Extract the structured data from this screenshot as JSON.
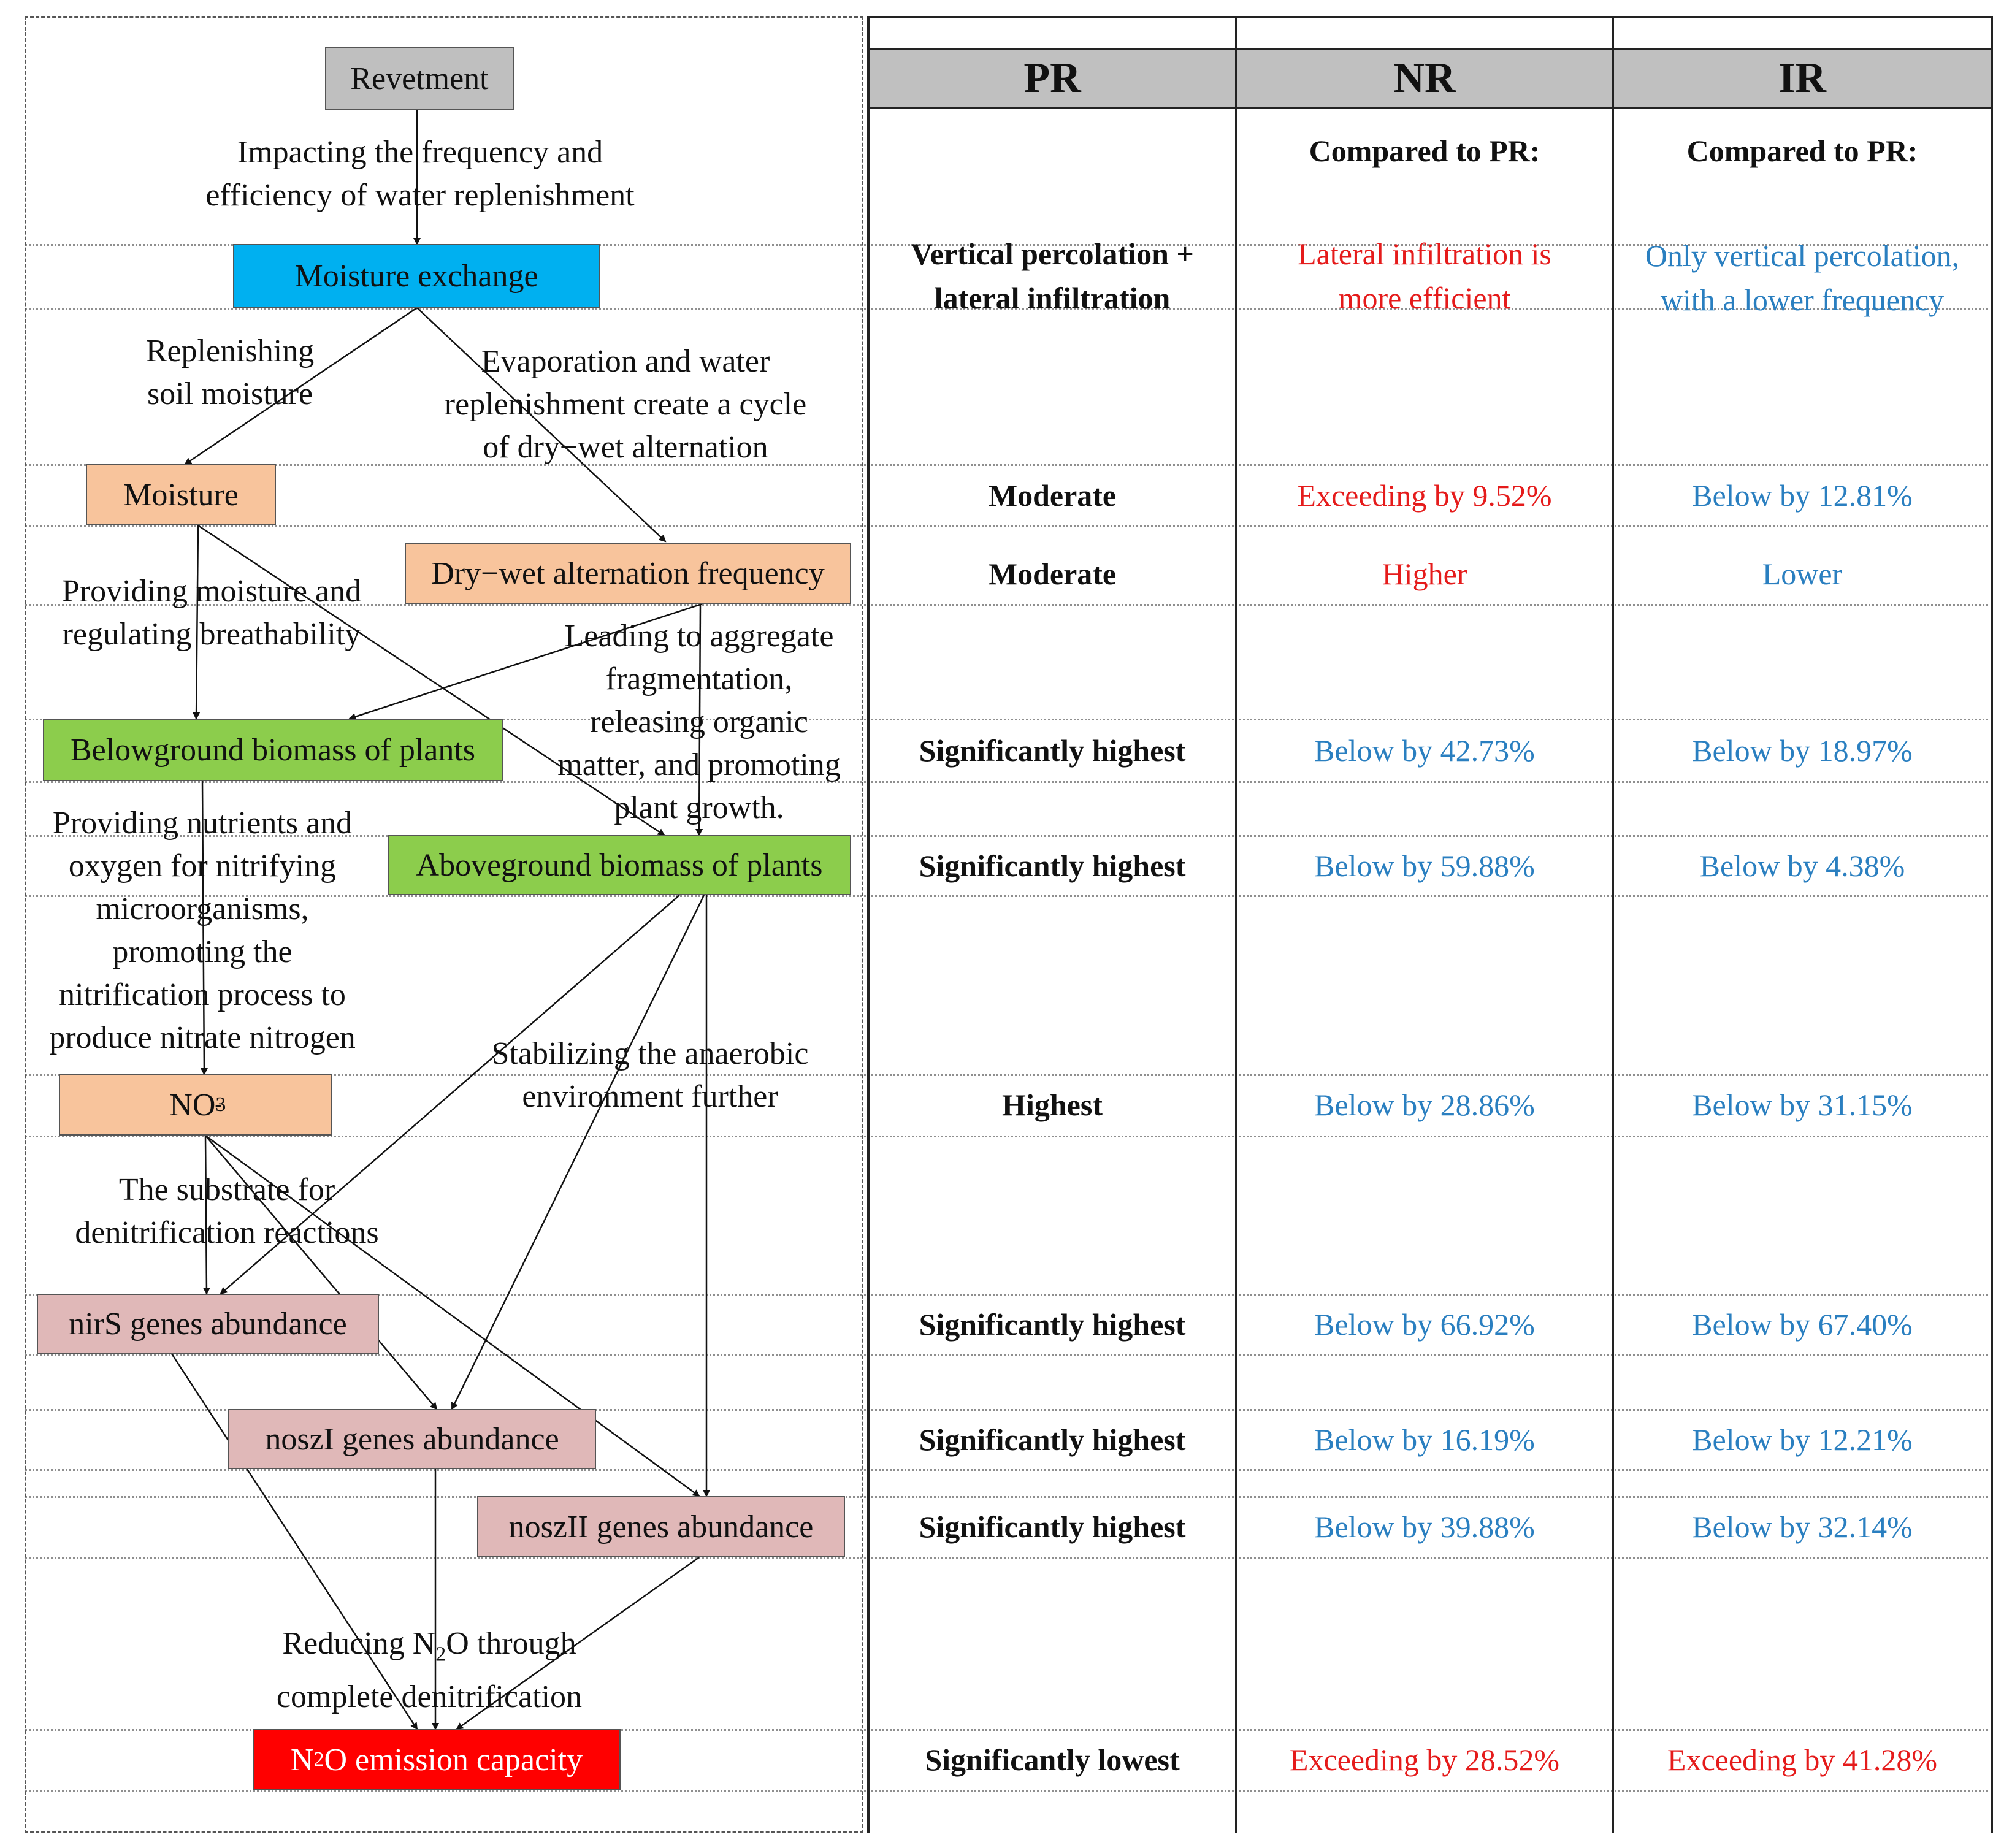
{
  "diagram": {
    "nodes": {
      "revetment": "Revetment",
      "moisture_exchange": "Moisture exchange",
      "moisture": "Moisture",
      "dry_wet": "Dry−wet alternation frequency",
      "belowground": "Belowground biomass of plants",
      "aboveground": "Aboveground biomass of plants",
      "no3": {
        "base": "NO",
        "sub": "3",
        "sup": "-"
      },
      "nirs": "nirS genes abundance",
      "noszi": "noszI genes abundance",
      "nosz2": "noszII genes abundance",
      "n2o": {
        "prefix": "N",
        "sub": "2",
        "suffix": "O emission capacity"
      }
    },
    "labels": {
      "impacting": [
        "Impacting the frequency and",
        "efficiency of water replenishment"
      ],
      "replenishing": [
        "Replenishing",
        "soil moisture"
      ],
      "evaporation": [
        "Evaporation and water",
        "replenishment create a cycle",
        "of dry−wet alternation"
      ],
      "providing_moisture": [
        "Providing moisture and",
        "regulating breathability"
      ],
      "leading": [
        "Leading to aggregate",
        "fragmentation,",
        "releasing organic",
        "matter, and promoting",
        "plant growth."
      ],
      "providing_nutrients": [
        "Providing nutrients and",
        "oxygen for nitrifying",
        "microorganisms,",
        "promoting the",
        "nitrification process to",
        "produce nitrate nitrogen"
      ],
      "stabilizing": [
        "Stabilizing the anaerobic",
        "environment further"
      ],
      "substrate": [
        "The substrate for",
        "denitrification reactions"
      ],
      "reducing": {
        "line1_prefix": "Reducing N",
        "line1_sub": "2",
        "line1_suffix": "O through",
        "line2": "complete denitrification"
      }
    }
  },
  "table": {
    "headers": [
      "PR",
      "NR",
      "IR"
    ],
    "compared_note": "Compared to PR:",
    "rows": [
      {
        "pr": "Vertical percolation + lateral infiltration",
        "nr": "Lateral infiltration is more efficient",
        "ir": "Only vertical percolation, with a lower frequency",
        "nr_color": "red",
        "ir_color": "blue"
      },
      {
        "pr": "Moderate",
        "nr": "Exceeding by 9.52%",
        "ir": "Below by 12.81%",
        "nr_color": "red",
        "ir_color": "blue"
      },
      {
        "pr": "Moderate",
        "nr": "Higher",
        "ir": "Lower",
        "nr_color": "red",
        "ir_color": "blue"
      },
      {
        "pr": "Significantly highest",
        "nr": "Below by 42.73%",
        "ir": "Below by 18.97%",
        "nr_color": "blue",
        "ir_color": "blue"
      },
      {
        "pr": "Significantly highest",
        "nr": "Below by 59.88%",
        "ir": "Below by 4.38%",
        "nr_color": "blue",
        "ir_color": "blue"
      },
      {
        "pr": "Highest",
        "nr": "Below by 28.86%",
        "ir": "Below by 31.15%",
        "nr_color": "blue",
        "ir_color": "blue"
      },
      {
        "pr": "Significantly highest",
        "nr": "Below by 66.92%",
        "ir": "Below by 67.40%",
        "nr_color": "blue",
        "ir_color": "blue"
      },
      {
        "pr": "Significantly highest",
        "nr": "Below by 16.19%",
        "ir": "Below by 12.21%",
        "nr_color": "blue",
        "ir_color": "blue"
      },
      {
        "pr": "Significantly highest",
        "nr": "Below by 39.88%",
        "ir": "Below by 32.14%",
        "nr_color": "blue",
        "ir_color": "blue"
      },
      {
        "pr": "Significantly lowest",
        "nr": "Exceeding by 28.52%",
        "ir": "Exceeding by 41.28%",
        "nr_color": "red",
        "ir_color": "red"
      }
    ]
  },
  "colors": {
    "header_fill": "#c0c0c0",
    "revetment": "#bfbfbf",
    "moisture_exchange": "#00b0f0",
    "peach": "#f8c49c",
    "green": "#8ccd4c",
    "pink": "#e0b8b8",
    "n2o": "#ff0000",
    "red_text": "#e51b1b",
    "blue_text": "#2a7fc0"
  }
}
